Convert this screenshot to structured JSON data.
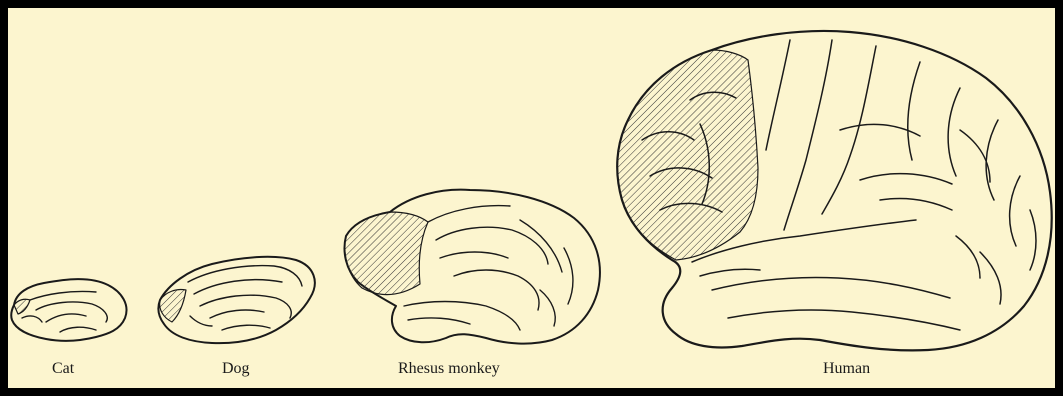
{
  "colors": {
    "background": "#fcf5cf",
    "frame": "#000000",
    "brain_fill": "#fcf5cf",
    "outline": "#1a1a1a",
    "hatch": "#333333"
  },
  "brains": [
    {
      "label": "Cat",
      "icon": "cat-brain-icon"
    },
    {
      "label": "Dog",
      "icon": "dog-brain-icon"
    },
    {
      "label": "Rhesus monkey",
      "icon": "monkey-brain-icon"
    },
    {
      "label": "Human",
      "icon": "human-brain-icon"
    }
  ]
}
